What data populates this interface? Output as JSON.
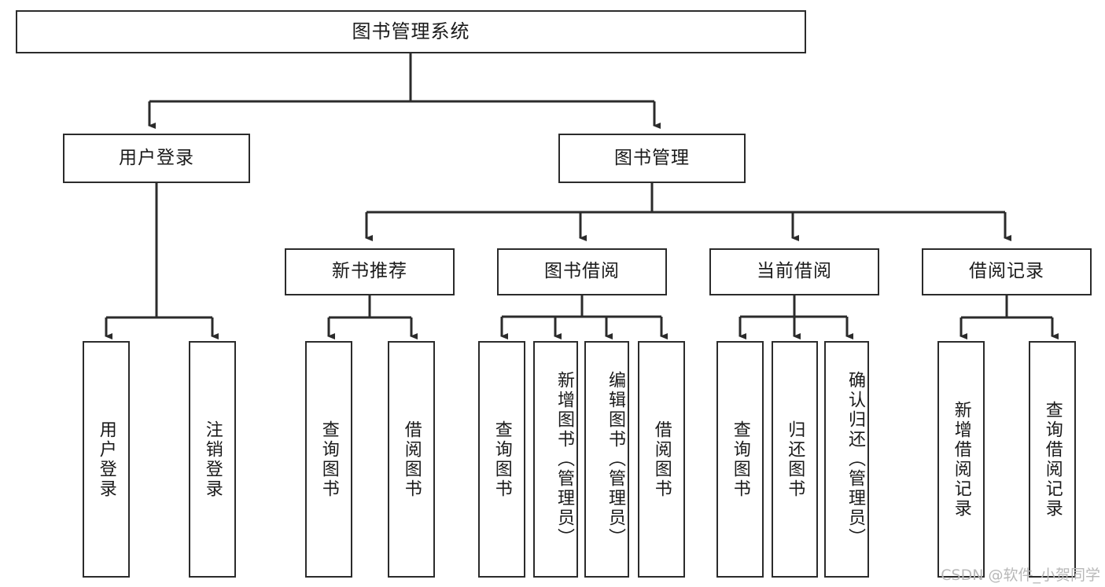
{
  "diagram": {
    "title": "图书管理系统",
    "type": "hierarchy-tree",
    "levels": 4,
    "colors": {
      "box_border": "#2b2b2b",
      "box_fill": "#ffffff",
      "connector": "#2b2b2b",
      "text": "#1a1a1a",
      "watermark": "#b8b8b8"
    },
    "root": {
      "label": "图书管理系统"
    },
    "level2": [
      {
        "label": "用户登录"
      },
      {
        "label": "图书管理"
      }
    ],
    "level3": [
      {
        "label": "新书推荐"
      },
      {
        "label": "图书借阅"
      },
      {
        "label": "当前借阅"
      },
      {
        "label": "借阅记录"
      }
    ],
    "leaves": {
      "user_login": [
        {
          "label": "用户登录"
        },
        {
          "label": "注销登录"
        }
      ],
      "new_book_recommend": [
        {
          "label": "查询图书"
        },
        {
          "label": "借阅图书"
        }
      ],
      "book_borrow": [
        {
          "label": "查询图书"
        },
        {
          "label": "新增图书（管理员）"
        },
        {
          "label": "编辑图书（管理员）"
        },
        {
          "label": "借阅图书"
        }
      ],
      "current_borrow": [
        {
          "label": "查询图书"
        },
        {
          "label": "归还图书"
        },
        {
          "label": "确认归还（管理员）"
        }
      ],
      "borrow_record": [
        {
          "label": "新增借阅记录"
        },
        {
          "label": "查询借阅记录"
        }
      ]
    }
  },
  "watermark": {
    "text": "CSDN @软件_小贺同学"
  }
}
